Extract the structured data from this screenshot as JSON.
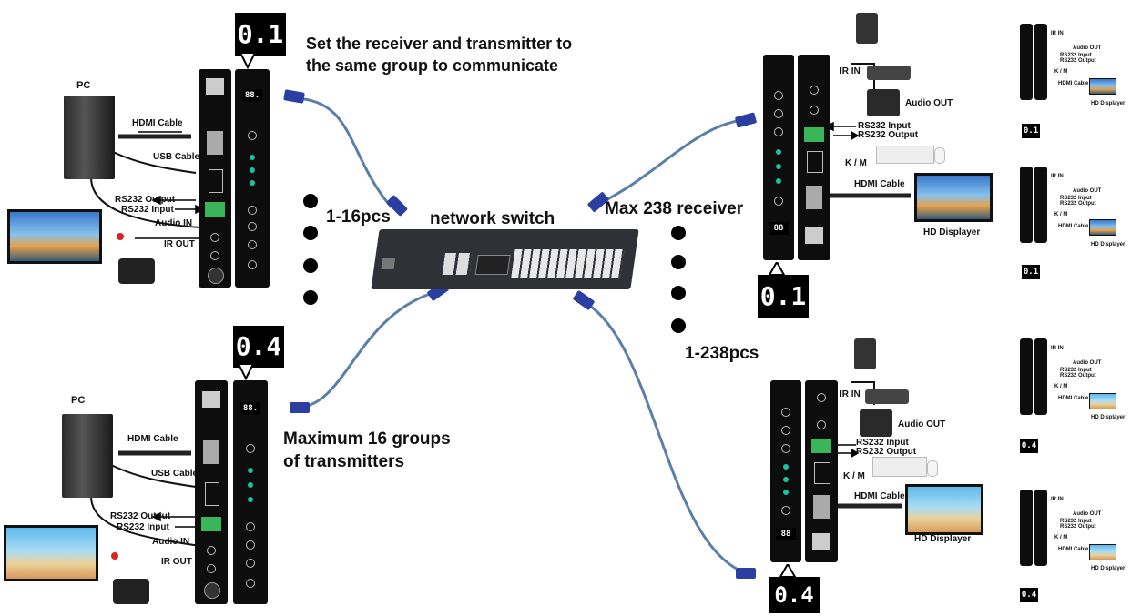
{
  "heading": {
    "line1": "Set the receiver and transmitter to",
    "line2": "the same group to communicate"
  },
  "labels": {
    "tx_count": "1-16pcs",
    "network_switch": "network switch",
    "max_receiver": "Max 238 receiver",
    "rx_count": "1-238pcs",
    "max_groups_line1": "Maximum 16 groups",
    "max_groups_line2": "of transmitters"
  },
  "tx_top": {
    "pc": "PC",
    "hdmi_cable": "HDMI Cable",
    "usb_cable": "USB Cable",
    "rs232_output": "RS232 Output",
    "rs232_input": "RS232 Input",
    "audio_in": "Audio IN",
    "ir_out": "IR OUT",
    "group": "0.1",
    "seg": "88."
  },
  "tx_bottom": {
    "pc": "PC",
    "hdmi_cable": "HDMI Cable",
    "usb_cable": "USB Cable",
    "rs232_output": "RS232 Output",
    "rs232_input": "RS232 Input",
    "audio_in": "Audio IN",
    "ir_out": "IR OUT",
    "group": "0.4",
    "seg": "88."
  },
  "rx_top": {
    "ir_in": "IR IN",
    "audio_out": "Audio OUT",
    "rs232_input": "RS232 Input",
    "rs232_output": "RS232 Output",
    "km": "K / M",
    "hdmi_cable": "HDMI Cable",
    "hd_displayer": "HD Displayer",
    "group": "0.1",
    "seg": "88"
  },
  "rx_bottom": {
    "ir_in": "IR IN",
    "audio_out": "Audio OUT",
    "rs232_input": "RS232 Input",
    "rs232_output": "RS232 Output",
    "km": "K / M",
    "hdmi_cable": "HDMI Cable",
    "hd_displayer": "HD Displayer",
    "group": "0.4",
    "seg": "88"
  },
  "thumbs": [
    {
      "ir_in": "IR IN",
      "audio_out": "Audio OUT",
      "rs232_input": "RS232 Input",
      "rs232_output": "RS232 Output",
      "km": "K / M",
      "hdmi_cable": "HDMI Cable",
      "hd_displayer": "HD Displayer",
      "group": "0.1"
    },
    {
      "ir_in": "IR IN",
      "audio_out": "Audio OUT",
      "rs232_input": "RS232 Input",
      "rs232_output": "RS232 Output",
      "km": "K / M",
      "hdmi_cable": "HDMI Cable",
      "hd_displayer": "HD Displayer",
      "group": "0.1"
    },
    {
      "ir_in": "IR IN",
      "audio_out": "Audio OUT",
      "rs232_input": "RS232 Input",
      "rs232_output": "RS232 Output",
      "km": "K / M",
      "hdmi_cable": "HDMI Cable",
      "hd_displayer": "HD Displayer",
      "group": "0.4"
    },
    {
      "ir_in": "IR IN",
      "audio_out": "Audio OUT",
      "rs232_input": "RS232 Input",
      "rs232_output": "RS232 Output",
      "km": "K / M",
      "hdmi_cable": "HDMI Cable",
      "hd_displayer": "HD Displayer",
      "group": "0.4"
    }
  ],
  "colors": {
    "cable": "#5b7fa8",
    "connector": "#2a3fa0",
    "device": "#0d0d0d",
    "led": "#19c3a0"
  }
}
